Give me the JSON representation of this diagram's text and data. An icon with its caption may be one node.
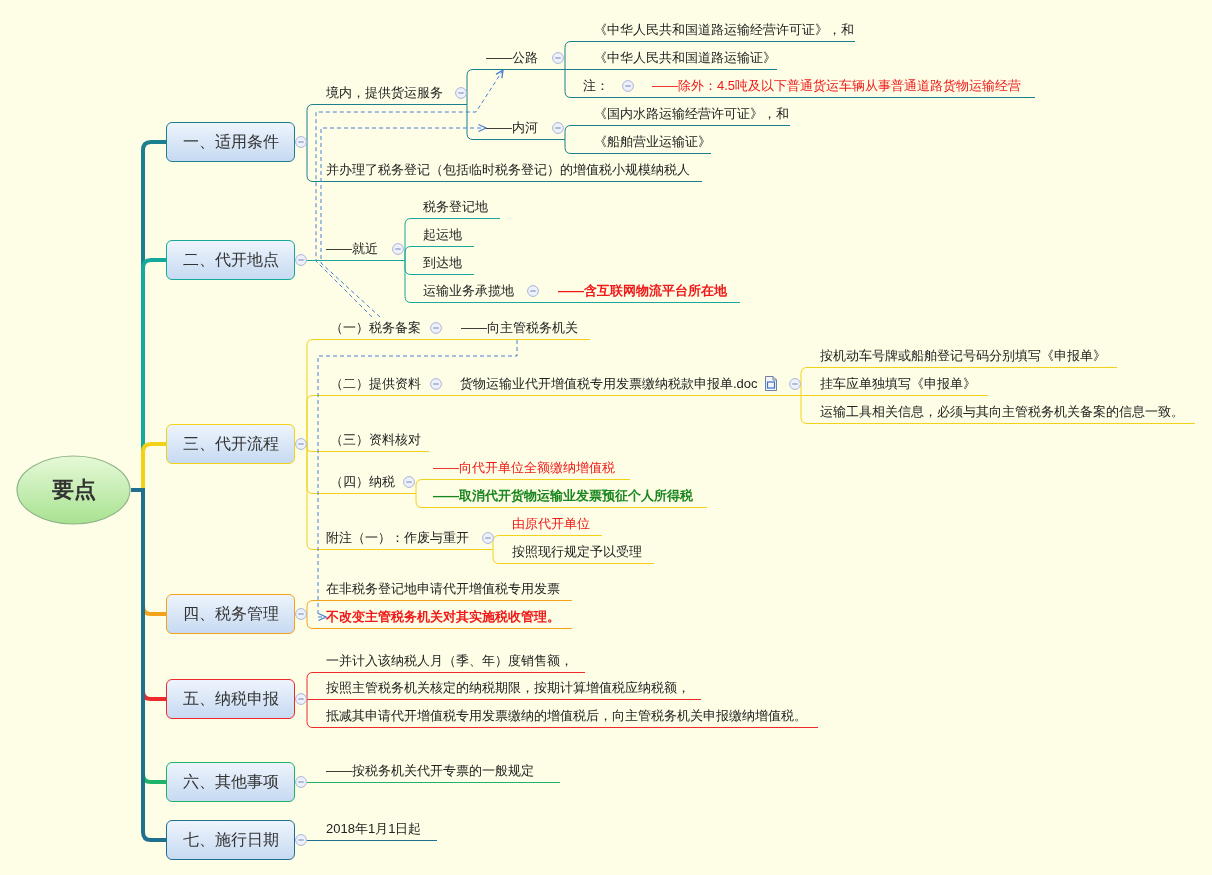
{
  "diagram": {
    "nodes": [
      {
        "text": [
          "要点"
        ]
      },
      {
        "text": [
          "一、适用条件"
        ]
      },
      {
        "text": [
          "二、代开地点"
        ]
      },
      {
        "text": [
          "三、代开流程"
        ]
      },
      {
        "text": [
          "四、税务管理"
        ]
      },
      {
        "text": [
          "五、纳税申报"
        ]
      },
      {
        "text": [
          "六、其他事项"
        ]
      },
      {
        "text": [
          "七、施行日期"
        ]
      },
      {
        "text": [
          "境内，提供货运服务"
        ]
      },
      {
        "text": [
          "并办理了税务登记（包括临时税务登记）的增值税小规模纳税人"
        ]
      },
      {
        "text": [
          "——公路"
        ]
      },
      {
        "text": [
          "——内河"
        ]
      },
      {
        "text": [
          "《中华人民共和国道路运输经营许可证》，和"
        ]
      },
      {
        "text": [
          "《中华人民共和国道路运输证》"
        ]
      },
      {
        "text": [
          "注："
        ]
      },
      {
        "text": [
          "——除外：4.5吨及以下普通货运车辆从事普通道路货物运输经营"
        ]
      },
      {
        "text": [
          "《国内水路运输经营许可证》，和"
        ]
      },
      {
        "text": [
          "《船舶营业运输证》"
        ]
      },
      {
        "text": [
          "——就近"
        ]
      },
      {
        "text": [
          "税务登记地"
        ]
      },
      {
        "text": [
          "起运地"
        ]
      },
      {
        "text": [
          "到达地"
        ]
      },
      {
        "text": [
          "运输业务承揽地"
        ]
      },
      {
        "text": [
          "——含互联网物流平台所在地"
        ]
      },
      {
        "text": [
          "（一）税务备案"
        ]
      },
      {
        "text": [
          "——向主管税务机关"
        ]
      },
      {
        "text": [
          "（二）提供资料"
        ]
      },
      {
        "text": [
          "货物运输业代开增值税专用发票缴纳税款申报单.doc"
        ]
      },
      {
        "text": [
          "按机动车号牌或船舶登记号码分别填写《申报单》"
        ]
      },
      {
        "text": [
          "挂车应单独填写《申报单》"
        ]
      },
      {
        "text": [
          "运输工具相关信息，必须与其向主管税务机关备案的信息一致。"
        ]
      },
      {
        "text": [
          "（三）资料核对"
        ]
      },
      {
        "text": [
          "（四）纳税"
        ]
      },
      {
        "text": [
          "——向代开单位全额缴纳增值税"
        ]
      },
      {
        "text": [
          "——取消代开货物运输业发票预征个人所得税"
        ]
      },
      {
        "text": [
          "附注（一）：作废与重开"
        ]
      },
      {
        "text": [
          "由原代开单位"
        ]
      },
      {
        "text": [
          "按照现行规定予以受理"
        ]
      },
      {
        "text": [
          "在非税务登记地申请代开增值税专用发票"
        ]
      },
      {
        "text": [
          "不改变主管税务机关对其实施税收管理。"
        ]
      },
      {
        "text": [
          "一并计入该纳税人月（季、年）度销售额，"
        ]
      },
      {
        "text": [
          "按照主管税务机关核定的纳税期限，按期计算增值税应纳税额，"
        ]
      },
      {
        "text": [
          "抵减其申请代开增值税专用发票缴纳的增值税后，向主管税务机关申报缴纳增值税。"
        ]
      },
      {
        "text": [
          "——按税务机关代开专票的一般规定"
        ]
      },
      {
        "text": [
          "2018年1月1日起"
        ]
      }
    ],
    "edges": [
      {
        "from": 0,
        "to": 1,
        "arrow": "none",
        "style": "thick",
        "color": "#1b7f8e"
      },
      {
        "from": 0,
        "to": 2,
        "arrow": "none",
        "style": "thick",
        "color": "#16a89a"
      },
      {
        "from": 0,
        "to": 3,
        "arrow": "none",
        "style": "thick"
      },
      {
        "from": 0,
        "to": 4,
        "arrow": "none",
        "style": "thick",
        "color": "#f4a21a"
      },
      {
        "from": 0,
        "to": 5,
        "arrow": "none",
        "style": "thick",
        "color": "#ec2a2a"
      },
      {
        "from": 0,
        "to": 6,
        "arrow": "none",
        "style": "thick",
        "color": "#1fb26a"
      },
      {
        "from": 0,
        "to": 7,
        "arrow": "none",
        "style": "thick",
        "color": "#1f6f8f"
      },
      {
        "from": 1,
        "to": 8,
        "arrow": "none",
        "color": "#1b7f8e"
      },
      {
        "from": 1,
        "to": 9,
        "arrow": "none",
        "color": "#1b7f8e"
      },
      {
        "from": 8,
        "to": 10,
        "arrow": "none",
        "color": "#1b7f8e"
      },
      {
        "from": 8,
        "to": 11,
        "arrow": "none",
        "color": "#1b7f8e"
      },
      {
        "from": 10,
        "to": 12,
        "arrow": "none",
        "color": "#1b7f8e"
      },
      {
        "from": 10,
        "to": 13,
        "arrow": "none",
        "color": "#1b7f8e"
      },
      {
        "from": 10,
        "to": 14,
        "arrow": "none",
        "color": "#1b7f8e"
      },
      {
        "from": 14,
        "to": 15,
        "arrow": "none",
        "color": "#1b7f8e"
      },
      {
        "from": 11,
        "to": 16,
        "arrow": "none",
        "color": "#1b7f8e"
      },
      {
        "from": 11,
        "to": 17,
        "arrow": "none",
        "color": "#1b7f8e"
      },
      {
        "from": 2,
        "to": 18,
        "arrow": "none",
        "color": "#16a89a"
      },
      {
        "from": 18,
        "to": 19,
        "arrow": "none",
        "color": "#16a89a"
      },
      {
        "from": 18,
        "to": 20,
        "arrow": "none",
        "color": "#16a89a"
      },
      {
        "from": 18,
        "to": 21,
        "arrow": "none",
        "color": "#16a89a"
      },
      {
        "from": 18,
        "to": 22,
        "arrow": "none",
        "color": "#16a89a"
      },
      {
        "from": 22,
        "to": 23,
        "arrow": "none",
        "color": "#16a89a"
      },
      {
        "from": 3,
        "to": 24,
        "arrow": "none"
      },
      {
        "from": 24,
        "to": 25,
        "arrow": "none"
      },
      {
        "from": 3,
        "to": 26,
        "arrow": "none"
      },
      {
        "from": 26,
        "to": 27,
        "arrow": "none"
      },
      {
        "from": 27,
        "to": 28,
        "arrow": "none"
      },
      {
        "from": 27,
        "to": 29,
        "arrow": "none"
      },
      {
        "from": 27,
        "to": 30,
        "arrow": "none"
      },
      {
        "from": 3,
        "to": 31,
        "arrow": "none"
      },
      {
        "from": 3,
        "to": 32,
        "arrow": "none"
      },
      {
        "from": 32,
        "to": 33,
        "arrow": "none"
      },
      {
        "from": 32,
        "to": 34,
        "arrow": "none"
      },
      {
        "from": 3,
        "to": 35,
        "arrow": "none"
      },
      {
        "from": 35,
        "to": 36,
        "arrow": "none"
      },
      {
        "from": 35,
        "to": 37,
        "arrow": "none"
      },
      {
        "from": 4,
        "to": 38,
        "arrow": "none",
        "color": "#f4a21a"
      },
      {
        "from": 4,
        "to": 39,
        "arrow": "none",
        "color": "#f4a21a"
      },
      {
        "from": 5,
        "to": 40,
        "arrow": "none",
        "color": "#ec2a2a"
      },
      {
        "from": 5,
        "to": 41,
        "arrow": "none",
        "color": "#ec2a2a"
      },
      {
        "from": 5,
        "to": 42,
        "arrow": "none",
        "color": "#ec2a2a"
      },
      {
        "from": 6,
        "to": 43,
        "arrow": "none",
        "color": "#1fb26a"
      },
      {
        "from": 7,
        "to": 44,
        "arrow": "none",
        "color": "#1f6f8f"
      },
      {
        "from": 24,
        "to": 10,
        "arrow": "to",
        "style": "dashed",
        "color": "#4a7fd8"
      },
      {
        "from": 24,
        "to": 11,
        "arrow": "to",
        "style": "dashed",
        "color": "#4a7fd8"
      },
      {
        "from": 25,
        "to": 39,
        "arrow": "to",
        "style": "dashed",
        "color": "#4a7fd8"
      }
    ]
  }
}
